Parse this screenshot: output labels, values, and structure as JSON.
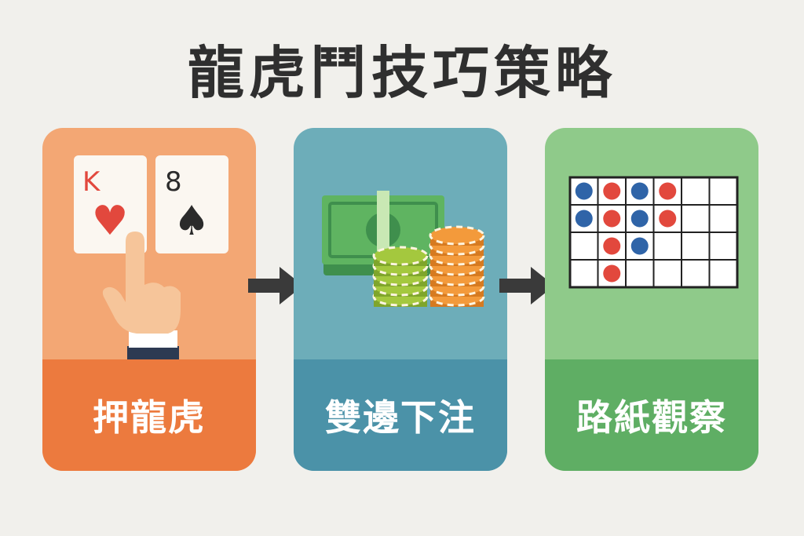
{
  "title": "龍虎鬥技巧策略",
  "steps": [
    {
      "label": "押龍虎",
      "icon": "playing-cards-pointing-hand-icon",
      "color": "#f3a774",
      "band_color": "#ec7a3e"
    },
    {
      "label": "雙邊下注",
      "icon": "cash-and-chips-icon",
      "color": "#6dadb9",
      "band_color": "#4b92a8"
    },
    {
      "label": "路紙觀察",
      "icon": "road-map-grid-icon",
      "color": "#8fca8a",
      "band_color": "#5fae64"
    }
  ],
  "cards": {
    "left": {
      "rank": "K",
      "suit": "♥",
      "suit_color": "#e2483d"
    },
    "right": {
      "rank": "8",
      "suit": "♠",
      "suit_color": "#2b2b2b"
    }
  },
  "road_map": {
    "rows": [
      [
        "blue",
        "red",
        "blue",
        "red",
        "",
        ""
      ],
      [
        "blue",
        "red",
        "blue",
        "red",
        "",
        ""
      ],
      [
        "",
        "red",
        "blue",
        "",
        "",
        ""
      ],
      [
        "",
        "red",
        "",
        "",
        "",
        ""
      ]
    ],
    "colors": {
      "red": "#e2483d",
      "blue": "#2f64a8"
    }
  }
}
